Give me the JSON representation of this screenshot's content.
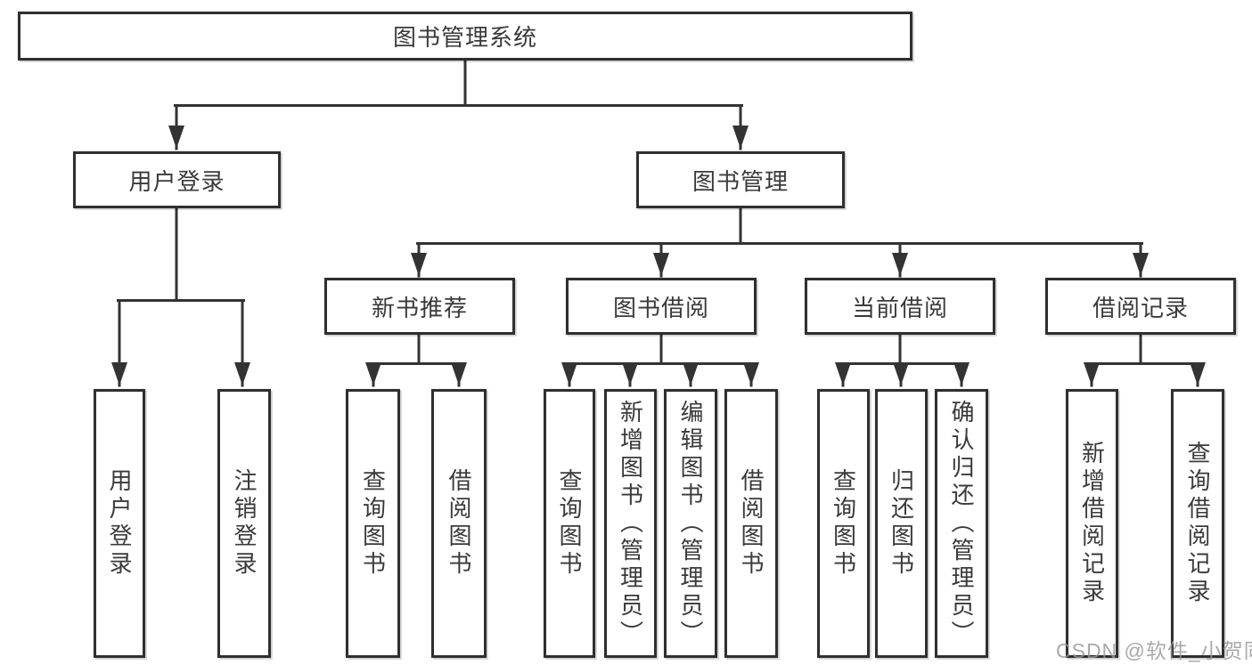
{
  "title": "图书管理系统",
  "colors": {
    "line": "#333333",
    "box_border": "#2f2f2f",
    "text": "#3a3a3a",
    "watermark": "#969696",
    "background": "#ffffff"
  },
  "diagram": {
    "root": {
      "label": "图书管理系统"
    },
    "level2": [
      {
        "label": "用户登录"
      },
      {
        "label": "图书管理"
      }
    ],
    "level3": [
      {
        "label": "新书推荐",
        "parent": "图书管理"
      },
      {
        "label": "图书借阅",
        "parent": "图书管理"
      },
      {
        "label": "当前借阅",
        "parent": "图书管理"
      },
      {
        "label": "借阅记录",
        "parent": "图书管理"
      }
    ],
    "leaves": [
      {
        "label": "用户登录",
        "parent": "用户登录"
      },
      {
        "label": "注销登录",
        "parent": "用户登录"
      },
      {
        "label": "查询图书",
        "parent": "新书推荐"
      },
      {
        "label": "借阅图书",
        "parent": "新书推荐"
      },
      {
        "label": "查询图书",
        "parent": "图书借阅"
      },
      {
        "label": "新增图书（管理员）",
        "parent": "图书借阅"
      },
      {
        "label": "编辑图书（管理员）",
        "parent": "图书借阅"
      },
      {
        "label": "借阅图书",
        "parent": "图书借阅"
      },
      {
        "label": "查询图书",
        "parent": "当前借阅"
      },
      {
        "label": "归还图书",
        "parent": "当前借阅"
      },
      {
        "label": "确认归还（管理员）",
        "parent": "当前借阅"
      },
      {
        "label": "新增借阅记录",
        "parent": "借阅记录"
      },
      {
        "label": "查询借阅记录",
        "parent": "借阅记录"
      }
    ]
  },
  "watermark": {
    "text": "CSDN @软件_小贺同学"
  }
}
